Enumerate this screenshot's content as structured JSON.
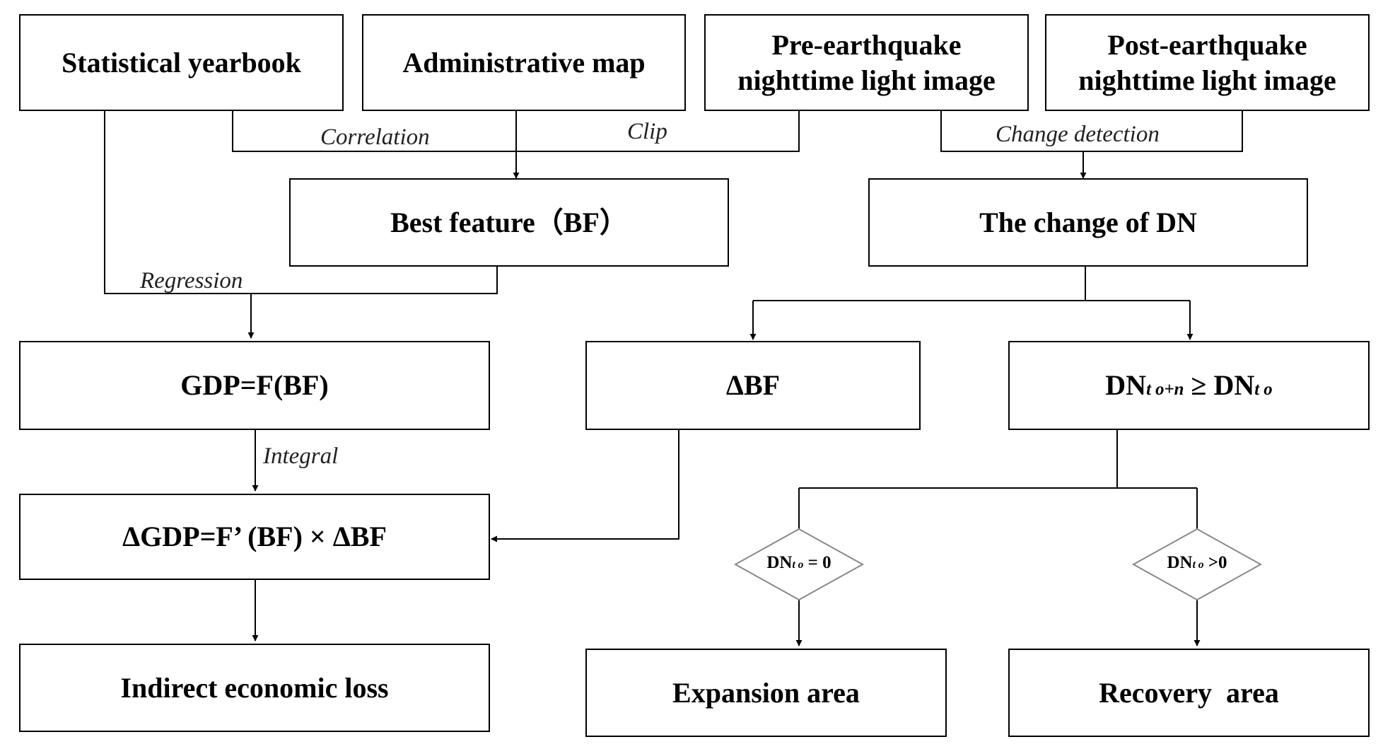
{
  "boxes": {
    "statistical_yearbook": "Statistical yearbook",
    "administrative_map": "Administrative map",
    "pre_earthquake_line1": "Pre-earthquake",
    "pre_earthquake_line2": "nighttime light image",
    "post_earthquake_line1": "Post-earthquake",
    "post_earthquake_line2": "nighttime light image",
    "best_feature": "Best feature（BF）",
    "change_of_dn": "The change of DN",
    "gdp_function": "GDP=F(BF)",
    "delta_bf": "ΔBF",
    "dn_condition": {
      "main": "DN",
      "sub_left": "t o+n",
      "op": "≥",
      "main2": "DN",
      "sub_right": "t o"
    },
    "delta_gdp": "ΔGDP=F’ (BF) × ΔBF",
    "indirect_loss": "Indirect economic loss",
    "expansion_area": "Expansion area",
    "recovery_area": "Recovery  area"
  },
  "edge_labels": {
    "correlation": "Correlation",
    "clip": "Clip",
    "change_detection": "Change detection",
    "regression": "Regression",
    "integral": "Integral"
  },
  "decisions": {
    "zero": {
      "main": "DN",
      "sub": "t o",
      "rest": " = 0"
    },
    "positive": {
      "main": "DN",
      "sub": "t o",
      "rest": " >0"
    }
  }
}
